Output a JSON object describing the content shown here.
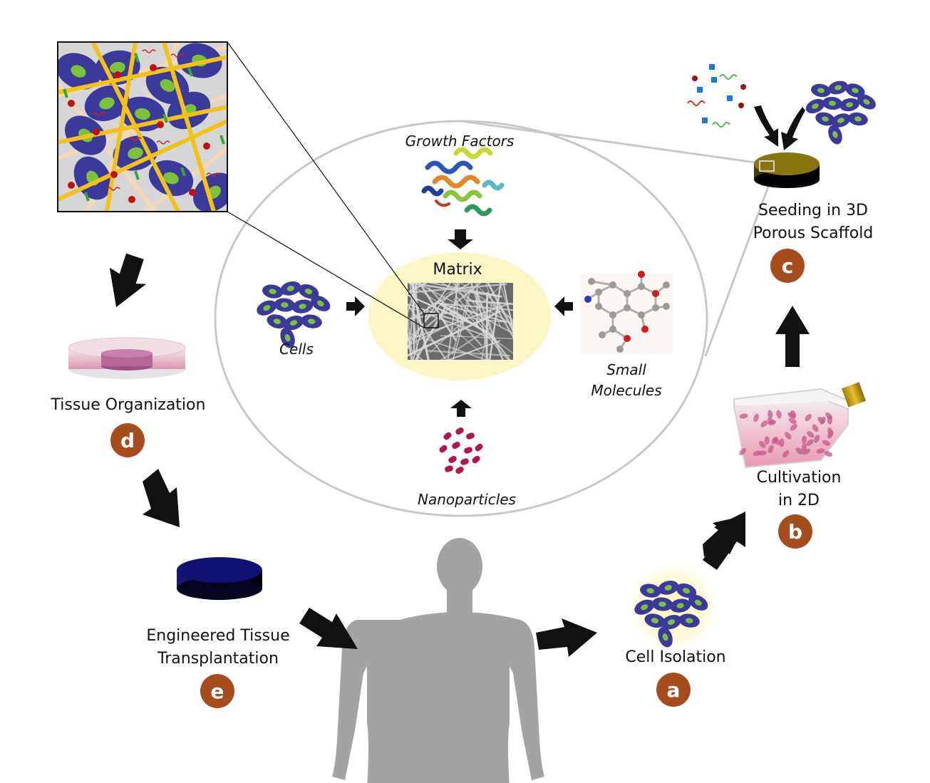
{
  "center": {
    "matrix": "Matrix",
    "growth_factors": "Growth Factors",
    "cells": "Cells",
    "small_molecules_1": "Small",
    "small_molecules_2": "Molecules",
    "nanoparticles": "Nanoparticles"
  },
  "steps": {
    "a": {
      "badge": "a",
      "label": "Cell Isolation"
    },
    "b": {
      "badge": "b",
      "label_1": "Cultivation",
      "label_2": "in 2D"
    },
    "c": {
      "badge": "c",
      "label_1": "Seeding in 3D",
      "label_2": "Porous Scaffold"
    },
    "d": {
      "badge": "d",
      "label": "Tissue Organization"
    },
    "e": {
      "badge": "e",
      "label_1": "Engineered Tissue",
      "label_2": "Transplantation"
    }
  },
  "colors": {
    "badge": "#a64d1e",
    "cell_body": "#3b3a9a",
    "cell_nucleus": "#7cc13a",
    "fiber": "#f2c21a",
    "scaffold": "#8a7410",
    "tissue": "#0c0c5a",
    "silhouette": "#a3a3a6",
    "arrow": "#111111",
    "ellipse_stroke": "#c8c8c8",
    "matrix_glow": "#fbf6c6",
    "nanoparticle": "#b2174a"
  }
}
